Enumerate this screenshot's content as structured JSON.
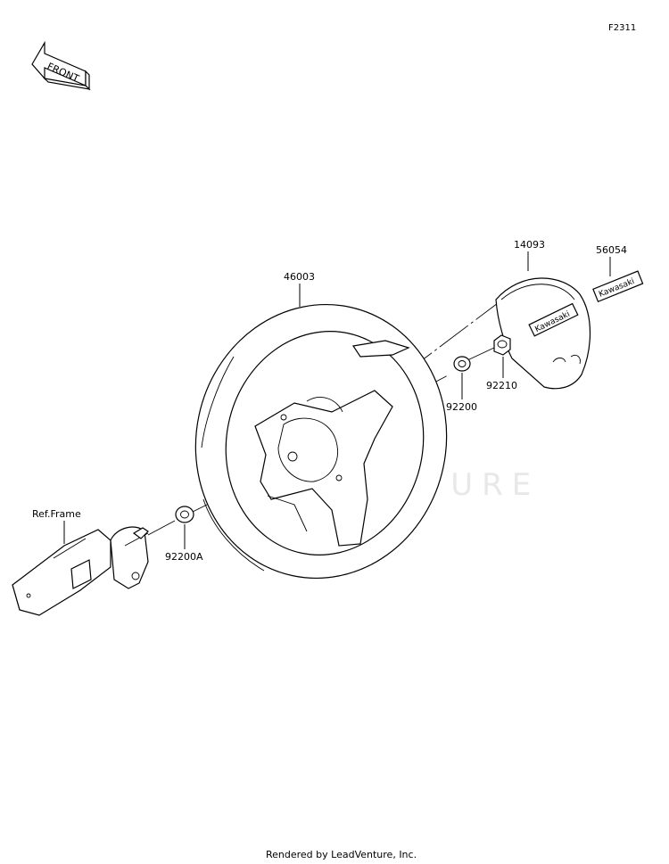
{
  "figure_id": "F2311",
  "front_arrow_label": "FRONT",
  "watermark": "LEADVENTURE",
  "badge_text": "Kawasaki",
  "parts": {
    "wheel": "46003",
    "cover": "14093",
    "emblem": "56054",
    "nut": "92210",
    "washer": "92200",
    "washer_a": "92200A",
    "ref_frame": "Ref.Frame"
  },
  "footer": "Rendered by LeadVenture, Inc."
}
